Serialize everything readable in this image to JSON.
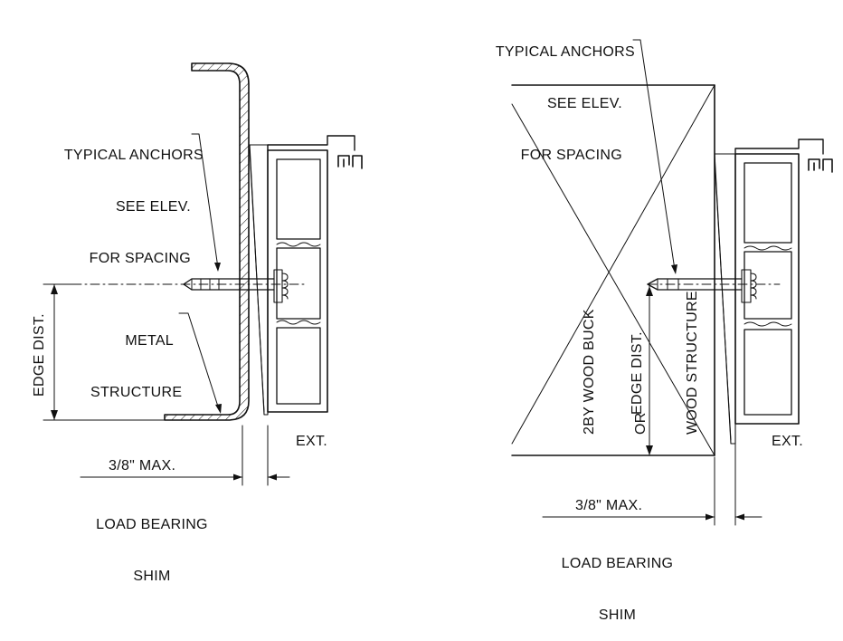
{
  "left_detail": {
    "anchors_note": [
      "TYPICAL ANCHORS",
      "SEE ELEV.",
      "FOR SPACING"
    ],
    "metal_structure": [
      "METAL",
      "STRUCTURE"
    ],
    "edge_dist": "EDGE DIST.",
    "ext": "EXT.",
    "shim_max": "3/8\" MAX.",
    "shim_label": [
      "LOAD BEARING",
      "SHIM"
    ]
  },
  "right_detail": {
    "anchors_note": [
      "TYPICAL ANCHORS",
      "SEE ELEV.",
      "FOR SPACING"
    ],
    "wood_buck": [
      "2BY WOOD BUCK",
      "OR",
      "WOOD STRUCTURE"
    ],
    "edge_dist": "EDGE DIST.",
    "ext": "EXT.",
    "shim_max": "3/8\" MAX.",
    "shim_label": [
      "LOAD BEARING",
      "SHIM"
    ]
  }
}
